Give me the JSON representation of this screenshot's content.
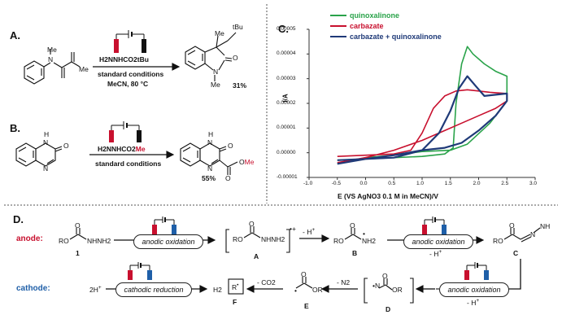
{
  "panels": {
    "a": "A.",
    "b": "B.",
    "c": "C.",
    "d": "D."
  },
  "panel_a": {
    "reagent": "H2NNHCO2tBu",
    "conditions_1": "standard conditions",
    "conditions_2": "MeCN, 80 °C",
    "yield": "31%",
    "atoms": {
      "n_me_top": "Me",
      "n": "N",
      "me_right": "Me",
      "tbu": "tBu",
      "ring_n": "N",
      "ring_me": "Me"
    }
  },
  "panel_b": {
    "reagent_pre": "H2NNHCO2",
    "reagent_me": "Me",
    "conditions": "standard conditions",
    "yield": "55%",
    "atoms": {
      "h": "H",
      "n": "N",
      "ome": "OMe"
    }
  },
  "panel_c": {
    "chart_data": {
      "type": "line",
      "xlabel": "E (VS AgNO3 0.1 M in MeCN)/V",
      "ylabel": "I/A",
      "xlim": [
        -1.0,
        3.0
      ],
      "ylim": [
        -1e-05,
        5e-05
      ],
      "xticks": [
        "-1.0",
        "-0.5",
        "0.0",
        "0.5",
        "1.0",
        "1.5",
        "2.0",
        "2.5",
        "3.0"
      ],
      "yticks": [
        "-0.00001",
        "0.00000",
        "0.00001",
        "0.00002",
        "0.00003",
        "0.00004",
        "0.00005"
      ],
      "legend_position": "top-left",
      "series": [
        {
          "name": "quinoxalinone",
          "color": "#2aa34a",
          "x": [
            -0.5,
            0.0,
            0.5,
            1.0,
            1.4,
            1.55,
            1.6,
            1.7,
            1.8,
            1.9,
            2.1,
            2.3,
            2.5,
            2.5,
            2.2,
            1.8,
            1.5,
            1.0,
            0.5,
            0.0,
            -0.5
          ],
          "y": [
            -3e-06,
            -2.5e-06,
            -2e-06,
            -1.5e-06,
            -5e-07,
            2e-06,
            2e-05,
            3.6e-05,
            4.3e-05,
            4e-05,
            3.6e-05,
            3.3e-05,
            3.1e-05,
            2.1e-05,
            1.2e-05,
            3.5e-06,
            1e-06,
            5e-07,
            -1e-06,
            -2e-06,
            -4.5e-06
          ]
        },
        {
          "name": "carbazate",
          "color": "#c8102e",
          "x": [
            -0.5,
            0.0,
            0.5,
            0.8,
            1.0,
            1.2,
            1.4,
            1.6,
            1.8,
            2.0,
            2.2,
            2.5,
            2.5,
            2.3,
            2.0,
            1.7,
            1.4,
            1.0,
            0.5,
            0.0,
            -0.5
          ],
          "y": [
            -1.5e-06,
            -1e-06,
            -5e-07,
            1e-06,
            8e-06,
            1.8e-05,
            2.3e-05,
            2.5e-05,
            2.55e-05,
            2.5e-05,
            2.45e-05,
            2.4e-05,
            2.1e-05,
            1.8e-05,
            1.5e-05,
            1.2e-05,
            9e-06,
            5e-06,
            1e-06,
            -2e-06,
            -4e-06
          ]
        },
        {
          "name": "carbazate + quinoxalinone",
          "color": "#1f3a78",
          "x": [
            -0.5,
            0.0,
            0.5,
            1.0,
            1.3,
            1.5,
            1.65,
            1.8,
            1.95,
            2.1,
            2.3,
            2.5,
            2.5,
            2.3,
            2.0,
            1.7,
            1.4,
            1.0,
            0.5,
            0.0,
            -0.5
          ],
          "y": [
            -3e-06,
            -2.5e-06,
            -2e-06,
            1e-06,
            8e-06,
            1.7e-05,
            2.6e-05,
            3.1e-05,
            2.7e-05,
            2.3e-05,
            2.35e-05,
            2.4e-05,
            2.1e-05,
            1.5e-05,
            9e-06,
            4e-06,
            2e-06,
            1e-06,
            -1e-06,
            -2.5e-06,
            -4.5e-06
          ]
        }
      ]
    }
  },
  "panel_d": {
    "anode_label": "anode:",
    "cathode_label": "cathode:",
    "anodic_oxidation": "anodic oxidation",
    "cathodic_reduction": "cathodic reduction",
    "minus_h": "- H",
    "minus_n2": "- N2",
    "minus_co2": "- CO2",
    "two_h": "2H",
    "h2": "H2",
    "radical": "R",
    "compounds": {
      "c1": "1",
      "ca": "A",
      "cb": "B",
      "cc": "C",
      "cd": "D",
      "ce": "E",
      "cf": "F"
    },
    "atoms": {
      "ro": "RO",
      "nhnh2": "NHNH2",
      "o": "O",
      "n": "N",
      "nh": "NH",
      "or": "OR",
      "nh2": "NH2"
    }
  }
}
